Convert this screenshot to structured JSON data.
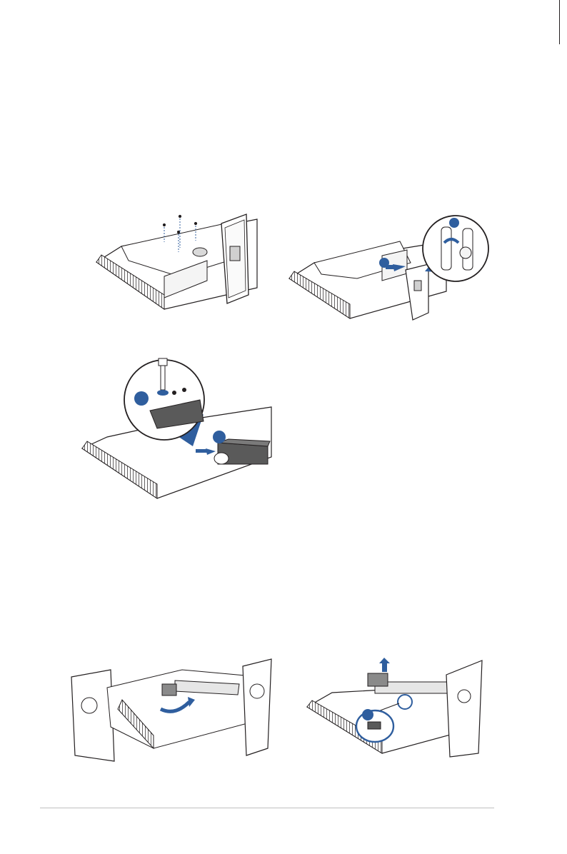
{
  "page": {
    "accent_color": "#2f5e9e",
    "line_color": "#231f20",
    "figures": [
      {
        "name": "figure-monitor-stand-screws",
        "icons": [
          "screw-icon",
          "dashed-line-icon"
        ]
      },
      {
        "name": "figure-release-stand-button",
        "icons": [
          "step-badge-icon",
          "arrow-icon",
          "magnifier-callout-icon"
        ]
      },
      {
        "name": "figure-remove-base-screw",
        "icons": [
          "step-badge-icon",
          "screwdriver-icon",
          "arrow-icon",
          "magnifier-callout-icon"
        ]
      },
      {
        "name": "figure-rotate-base",
        "icons": [
          "curved-arrow-icon"
        ]
      },
      {
        "name": "figure-lift-base",
        "icons": [
          "step-badge-icon",
          "arrow-up-icon",
          "magnifier-callout-icon"
        ]
      }
    ]
  }
}
